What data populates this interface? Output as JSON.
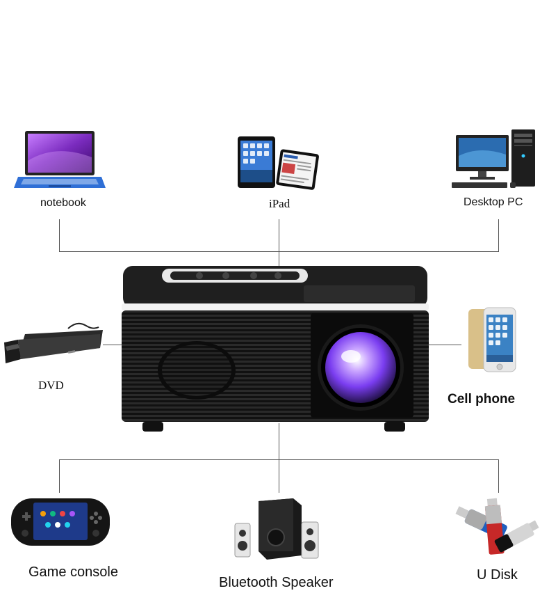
{
  "devices": {
    "notebook": {
      "label": "notebook",
      "icon": "laptop-icon"
    },
    "ipad": {
      "label": "iPad",
      "icon": "tablet-icon"
    },
    "desktop": {
      "label": "Desktop PC",
      "icon": "desktop-computer-icon"
    },
    "dvd": {
      "label": "DVD",
      "icon": "dvd-player-icon"
    },
    "cellphone": {
      "label": "Cell phone",
      "icon": "smartphone-icon"
    },
    "game": {
      "label": "Game console",
      "icon": "handheld-console-icon"
    },
    "speaker": {
      "label": "Bluetooth Speaker",
      "icon": "speaker-set-icon"
    },
    "udisk": {
      "label": "U Disk",
      "icon": "usb-drive-icon"
    }
  },
  "colors": {
    "connector_line": "#555555",
    "projector_body": "#1a1a1a",
    "lens_glow": "#8a4dff"
  }
}
